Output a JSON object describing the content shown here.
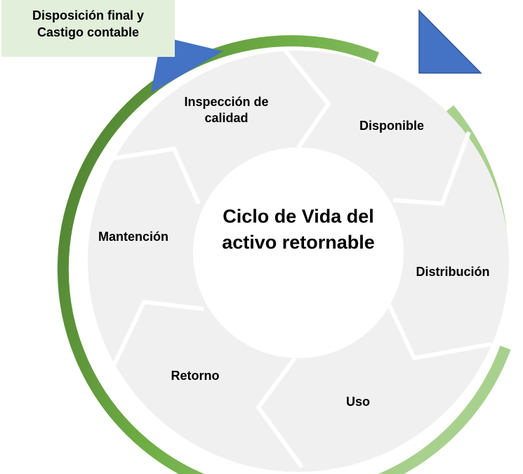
{
  "diagram": {
    "center_title": "Ciclo de Vida del activo retornable",
    "stages": {
      "inspeccion": "Inspección de calidad",
      "disponible": "Disponible",
      "distribucion": "Distribución",
      "uso": "Uso",
      "retorno": "Retorno",
      "mantencion": "Mantención"
    },
    "callout": "Disposición final y Castigo contable"
  },
  "colors": {
    "ring_dark": "#4a7a2e",
    "ring_mid": "#6fae45",
    "ring_light": "#a9d18e",
    "segment_fill": "#f0f0f0",
    "segment_border": "#ffffff",
    "callout_fill": "#e2efda",
    "arrow_blue": "#4472c4"
  }
}
